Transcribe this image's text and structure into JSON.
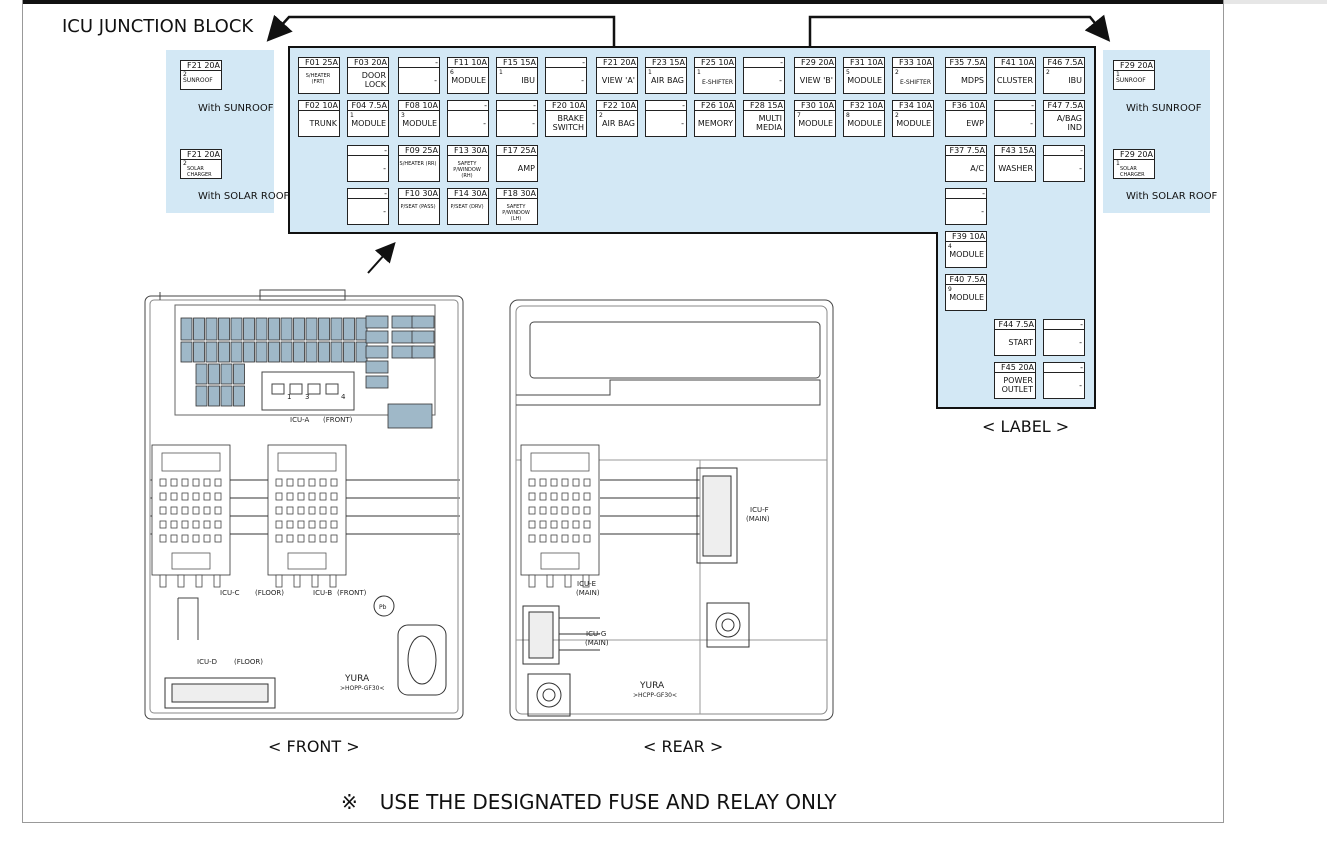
{
  "title": "ICU JUNCTION BLOCK",
  "captions": {
    "front": "< FRONT >",
    "rear": "< REAR >",
    "label": "< LABEL >",
    "warning_symbol": "※",
    "warning_text": "USE THE DESIGNATED FUSE AND RELAY ONLY"
  },
  "colors": {
    "label_fill": "#d3e8f5",
    "outline": "#111111"
  },
  "options": {
    "left_sunroof": {
      "rating": "F21 20A",
      "num": "2",
      "label": "SUNROOF",
      "caption": "With SUNROOF"
    },
    "left_solar": {
      "rating": "F21 20A",
      "num": "2",
      "label": "SOLAR CHARGER",
      "caption": "With SOLAR ROOF"
    },
    "right_sunroof": {
      "rating": "F29 20A",
      "num": "1",
      "label": "SUNROOF",
      "caption": "With SUNROOF"
    },
    "right_solar": {
      "rating": "F29 20A",
      "num": "1",
      "label": "SOLAR CHARGER",
      "caption": "With SOLAR ROOF"
    }
  },
  "fuses": [
    {
      "rating": "F01 25A",
      "num": "",
      "label": "S/HEATER (FRT)"
    },
    {
      "rating": "F03 20A",
      "num": "",
      "label": "DOOR LOCK"
    },
    {
      "rating": "-",
      "num": "",
      "label": "-"
    },
    {
      "rating": "F11 10A",
      "num": "6",
      "label": "MODULE"
    },
    {
      "rating": "F15 15A",
      "num": "1",
      "label": "IBU"
    },
    {
      "rating": "-",
      "num": "",
      "label": "-"
    },
    {
      "rating": "F21 20A",
      "num": "",
      "label": "VIEW 'A'"
    },
    {
      "rating": "F23 15A",
      "num": "1",
      "label": "AIR BAG"
    },
    {
      "rating": "F25 10A",
      "num": "1",
      "label": "E-SHIFTER"
    },
    {
      "rating": "-",
      "num": "",
      "label": "-"
    },
    {
      "rating": "F29 20A",
      "num": "",
      "label": "VIEW 'B'"
    },
    {
      "rating": "F31 10A",
      "num": "5",
      "label": "MODULE"
    },
    {
      "rating": "F33 10A",
      "num": "2",
      "label": "E-SHIFTER"
    },
    {
      "rating": "F35 7.5A",
      "num": "",
      "label": "MDPS"
    },
    {
      "rating": "F41 10A",
      "num": "",
      "label": "CLUSTER"
    },
    {
      "rating": "F46 7.5A",
      "num": "2",
      "label": "IBU"
    },
    {
      "rating": "F02 10A",
      "num": "",
      "label": "TRUNK"
    },
    {
      "rating": "F04 7.5A",
      "num": "1",
      "label": "MODULE"
    },
    {
      "rating": "F08 10A",
      "num": "3",
      "label": "MODULE"
    },
    {
      "rating": "-",
      "num": "",
      "label": "-"
    },
    {
      "rating": "-",
      "num": "",
      "label": "-"
    },
    {
      "rating": "F20 10A",
      "num": "",
      "label": "BRAKE SWITCH"
    },
    {
      "rating": "F22 10A",
      "num": "2",
      "label": "AIR BAG"
    },
    {
      "rating": "-",
      "num": "",
      "label": "-"
    },
    {
      "rating": "F26 10A",
      "num": "",
      "label": "MEMORY"
    },
    {
      "rating": "F28 15A",
      "num": "",
      "label": "MULTI MEDIA"
    },
    {
      "rating": "F30 10A",
      "num": "7",
      "label": "MODULE"
    },
    {
      "rating": "F32 10A",
      "num": "8",
      "label": "MODULE"
    },
    {
      "rating": "F34 10A",
      "num": "2",
      "label": "MODULE"
    },
    {
      "rating": "F36 10A",
      "num": "",
      "label": "EWP"
    },
    {
      "rating": "-",
      "num": "",
      "label": "-"
    },
    {
      "rating": "F47 7.5A",
      "num": "",
      "label": "A/BAG IND"
    },
    {
      "rating": "-",
      "num": "",
      "label": "-"
    },
    {
      "rating": "F09 25A",
      "num": "",
      "label": "S/HEATER (RR)"
    },
    {
      "rating": "F13 30A",
      "num": "",
      "label": "SAFETY P/WINDOW (RH)"
    },
    {
      "rating": "F17 25A",
      "num": "",
      "label": "AMP"
    },
    {
      "rating": "F37 7.5A",
      "num": "",
      "label": "A/C"
    },
    {
      "rating": "F43 15A",
      "num": "",
      "label": "WASHER"
    },
    {
      "rating": "-",
      "num": "",
      "label": "-"
    },
    {
      "rating": "-",
      "num": "",
      "label": "-"
    },
    {
      "rating": "F10 30A",
      "num": "",
      "label": "P/SEAT (PASS)"
    },
    {
      "rating": "F14 30A",
      "num": "",
      "label": "P/SEAT (DRV)"
    },
    {
      "rating": "F18 30A",
      "num": "",
      "label": "SAFETY P/WINDOW (LH)"
    },
    {
      "rating": "-",
      "num": "",
      "label": "-"
    },
    {
      "rating": "F39 10A",
      "num": "4",
      "label": "MODULE"
    },
    {
      "rating": "F40 7.5A",
      "num": "9",
      "label": "MODULE"
    },
    {
      "rating": "F44 7.5A",
      "num": "",
      "label": "START"
    },
    {
      "rating": "-",
      "num": "",
      "label": "-"
    },
    {
      "rating": "F45 20A",
      "num": "",
      "label": "POWER OUTLET"
    },
    {
      "rating": "-",
      "num": "",
      "label": "-"
    }
  ],
  "diagram_labels": {
    "icu_a": "ICU-A",
    "icu_a_side": "(FRONT)",
    "icu_b": "ICU-B",
    "icu_b_side": "(FRONT)",
    "icu_c": "ICU-C",
    "icu_c_side": "(FLOOR)",
    "icu_d": "ICU-D",
    "icu_d_side": "(FLOOR)",
    "icu_e": "ICU-E",
    "icu_e_side": "(MAIN)",
    "icu_f": "ICU-F",
    "icu_f_side": "(MAIN)",
    "icu_g": "ICU-G",
    "icu_g_side": "(MAIN)",
    "maker_front": "YURA",
    "part_front": ">HOPP-GF30<",
    "maker_rear": "YURA",
    "part_rear": ">HCPP-GF30<",
    "pb": "Pb",
    "a_pins": [
      "1",
      "3",
      "4"
    ]
  }
}
